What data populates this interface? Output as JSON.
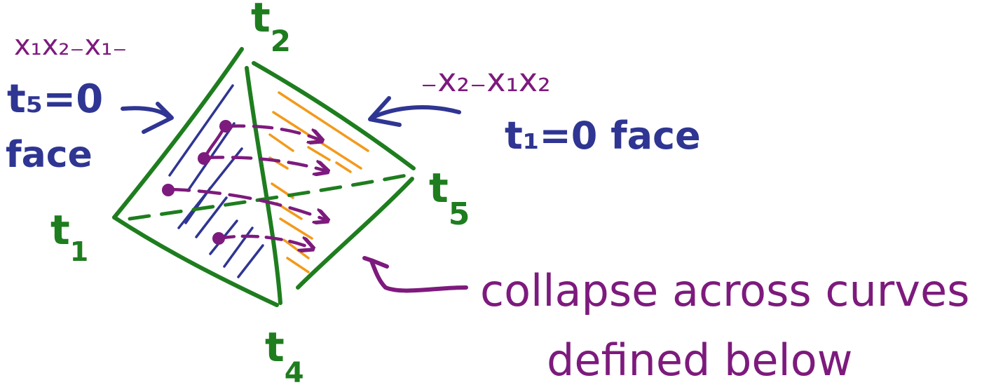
{
  "colors": {
    "green": "#1e7d1e",
    "blue": "#2f3592",
    "purple": "#7d1a7d",
    "orange": "#f39a1a"
  },
  "vertices": {
    "t1": {
      "base": "t",
      "sub": "1"
    },
    "t2": {
      "base": "t",
      "sub": "2"
    },
    "t4": {
      "base": "t",
      "sub": "4"
    },
    "t5": {
      "base": "t",
      "sub": "5"
    }
  },
  "labels": {
    "left_monomial": "x₁x₂₋x₁₋",
    "left_face_eq": "t₅=0",
    "left_face_word": "face",
    "right_monomial": "₋x₂₋x₁x₂",
    "right_face": "t₁=0 face",
    "collapse_line1": "collapse across curves",
    "collapse_line2": "defined below"
  }
}
